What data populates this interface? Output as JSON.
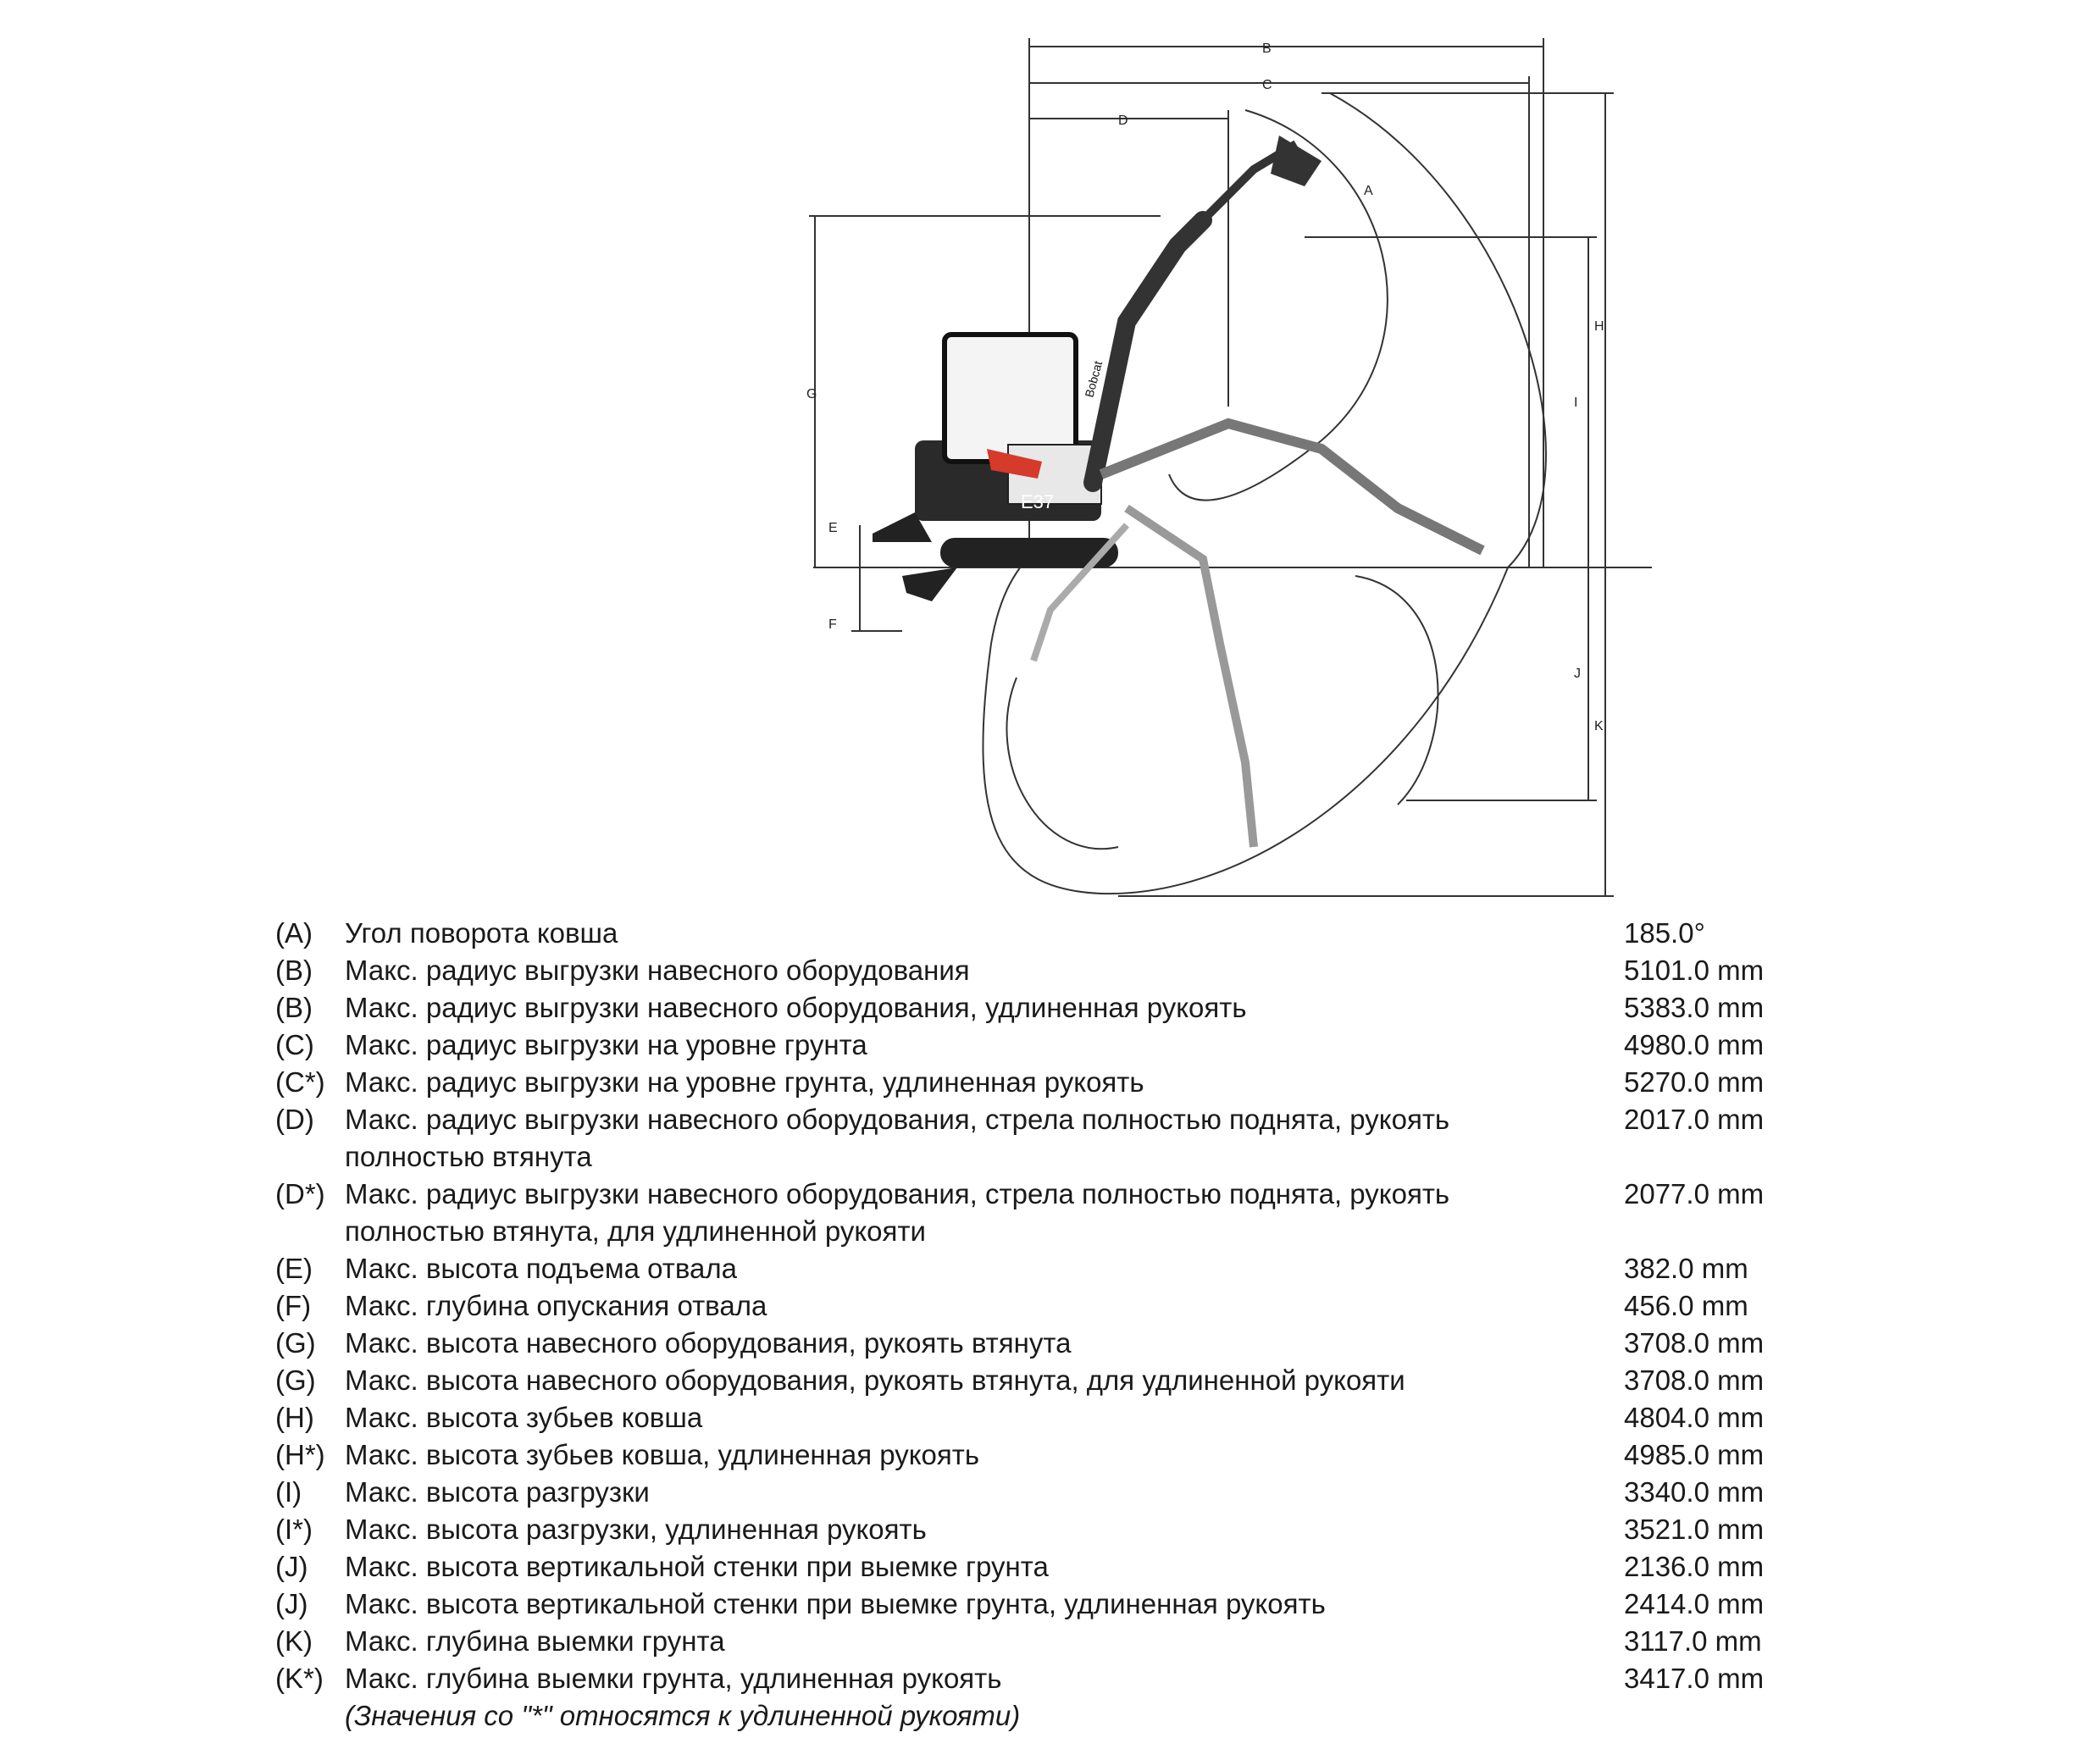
{
  "diagram": {
    "dimension_letters": [
      "A",
      "B",
      "C",
      "D",
      "E",
      "F",
      "G",
      "H",
      "I",
      "J",
      "K"
    ],
    "machine_badge": "E37",
    "boom_brand": "Bobcat"
  },
  "specs": [
    {
      "code": "(A)",
      "label": "Угол поворота ковша",
      "value": "185.0°"
    },
    {
      "code": "(B)",
      "label": "Макс. радиус выгрузки навесного оборудования",
      "value": "5101.0 mm"
    },
    {
      "code": "(B)",
      "label": "Макс. радиус выгрузки навесного оборудования, удлиненная рукоять",
      "value": "5383.0 mm"
    },
    {
      "code": "(C)",
      "label": "Макс. радиус выгрузки на уровне грунта",
      "value": "4980.0 mm"
    },
    {
      "code": "(C*)",
      "label": "Макс. радиус выгрузки на уровне грунта, удлиненная рукоять",
      "value": "5270.0 mm"
    },
    {
      "code": "(D)",
      "label": "Макс. радиус выгрузки навесного оборудования, стрела полностью поднята, рукоять полностью втянута",
      "value": "2017.0 mm"
    },
    {
      "code": "(D*)",
      "label": "Макс. радиус выгрузки навесного оборудования, стрела полностью поднята, рукоять полностью втянута, для удлиненной рукояти",
      "value": "2077.0 mm"
    },
    {
      "code": "(E)",
      "label": "Макс. высота подъема отвала",
      "value": "382.0 mm"
    },
    {
      "code": "(F)",
      "label": "Макс. глубина опускания отвала",
      "value": "456.0 mm"
    },
    {
      "code": "(G)",
      "label": "Макс. высота навесного оборудования, рукоять втянута",
      "value": "3708.0 mm"
    },
    {
      "code": "(G)",
      "label": "Макс. высота навесного оборудования, рукоять втянута, для удлиненной рукояти",
      "value": "3708.0 mm"
    },
    {
      "code": "(H)",
      "label": "Макс. высота зубьев ковша",
      "value": "4804.0 mm"
    },
    {
      "code": "(H*)",
      "label": "Макс. высота зубьев ковша, удлиненная рукоять",
      "value": "4985.0 mm"
    },
    {
      "code": "(I)",
      "label": "Макс. высота разгрузки",
      "value": "3340.0 mm"
    },
    {
      "code": "(I*)",
      "label": "Макс. высота разгрузки, удлиненная рукоять",
      "value": "3521.0 mm"
    },
    {
      "code": "(J)",
      "label": "Макс. высота вертикальной стенки при выемке грунта",
      "value": "2136.0 mm"
    },
    {
      "code": "(J)",
      "label": "Макс. высота вертикальной стенки при выемке грунта, удлиненная рукоять",
      "value": "2414.0 mm"
    },
    {
      "code": "(K)",
      "label": "Макс. глубина выемки грунта",
      "value": "3117.0 mm"
    },
    {
      "code": "(K*)",
      "label": "Макс. глубина выемки грунта, удлиненная рукоять",
      "value": "3417.0 mm"
    }
  ],
  "footnote": "(Значения со \"*\" относятся к удлиненной рукояти)"
}
